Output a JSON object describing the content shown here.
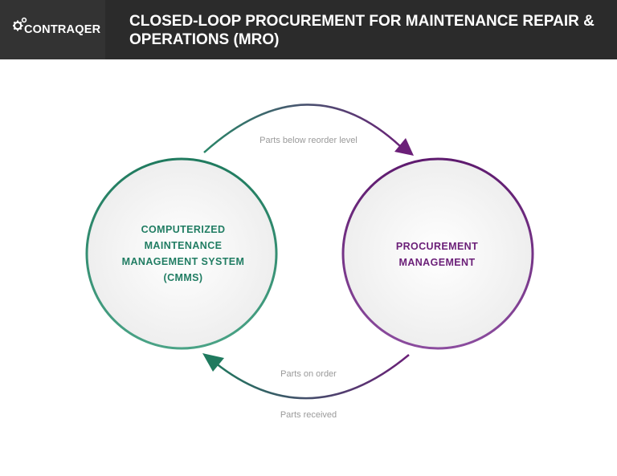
{
  "header": {
    "brand": "CONTRAQER",
    "title": "CLOSED-LOOP PROCUREMENT FOR MAINTENANCE REPAIR & OPERATIONS (MRO)"
  },
  "nodes": {
    "cmms": {
      "label": "COMPUTERIZED MAINTENANCE MANAGEMENT SYSTEM (CMMS)",
      "color": "#217d63"
    },
    "procurement": {
      "label": "PROCUREMENT MANAGEMENT",
      "color": "#6b1f78"
    }
  },
  "flows": {
    "top_label": "Parts below reorder level",
    "bottom_label_1": "Parts on order",
    "bottom_label_2": "Parts received"
  }
}
